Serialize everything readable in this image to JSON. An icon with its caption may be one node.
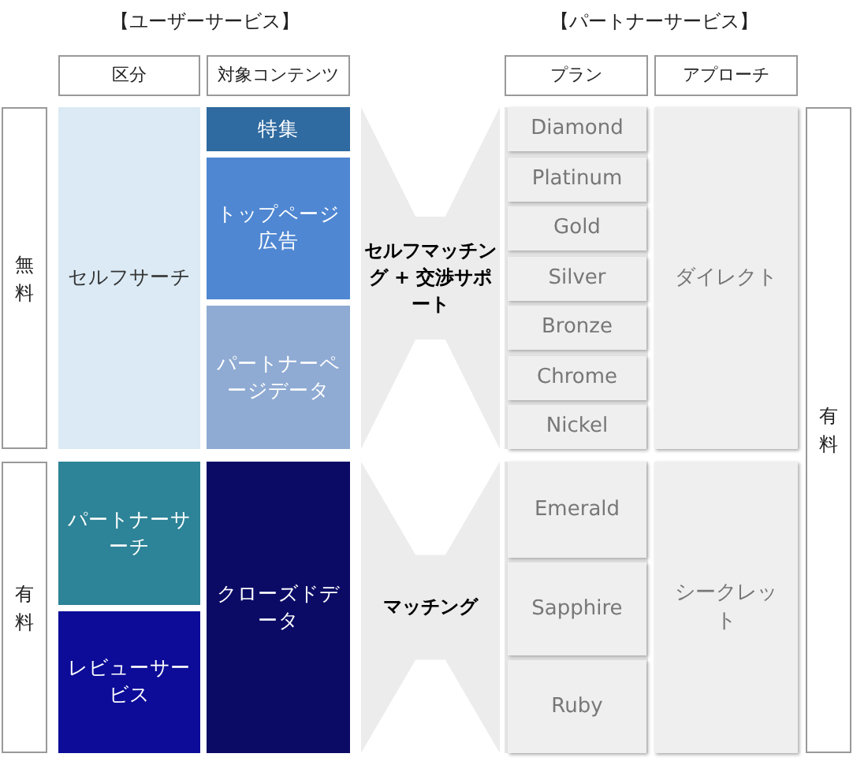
{
  "diagram": {
    "nodes": [
      {
        "text": [
          "区分"
        ]
      },
      {
        "text": [
          "対象コンテンツ"
        ]
      },
      {
        "text": [
          "プラン"
        ]
      },
      {
        "text": [
          "アプローチ"
        ]
      },
      {
        "text": [
          "無料"
        ]
      },
      {
        "text": [
          "セルフサーチ"
        ]
      },
      {
        "text": [
          "特集"
        ]
      },
      {
        "text": [
          "トップページ広告"
        ]
      },
      {
        "text": [
          "パートナーページデータ"
        ]
      },
      {
        "text": [
          "セルフマッチング + 交渉サポート"
        ]
      },
      {
        "text": [
          "Diamond"
        ]
      },
      {
        "text": [
          "Platinum"
        ]
      },
      {
        "text": [
          "Gold"
        ]
      },
      {
        "text": [
          "Silver"
        ]
      },
      {
        "text": [
          "Bronze"
        ]
      },
      {
        "text": [
          "Chrome"
        ]
      },
      {
        "text": [
          "Nickel"
        ]
      },
      {
        "text": [
          "ダイレクト"
        ]
      },
      {
        "text": [
          "有料"
        ]
      },
      {
        "text": [
          "有料"
        ]
      },
      {
        "text": [
          "パートナーサーチ"
        ]
      },
      {
        "text": [
          "レビューサービス"
        ]
      },
      {
        "text": [
          "クローズドデータ"
        ]
      },
      {
        "text": [
          "マッチング"
        ]
      },
      {
        "text": [
          "Emerald"
        ]
      },
      {
        "text": [
          "Sapphire"
        ]
      },
      {
        "text": [
          "Ruby"
        ]
      },
      {
        "text": [
          "シークレット"
        ]
      }
    ],
    "labels": [
      "【ユーザーサービス】",
      "【パートナーサービス】"
    ]
  }
}
